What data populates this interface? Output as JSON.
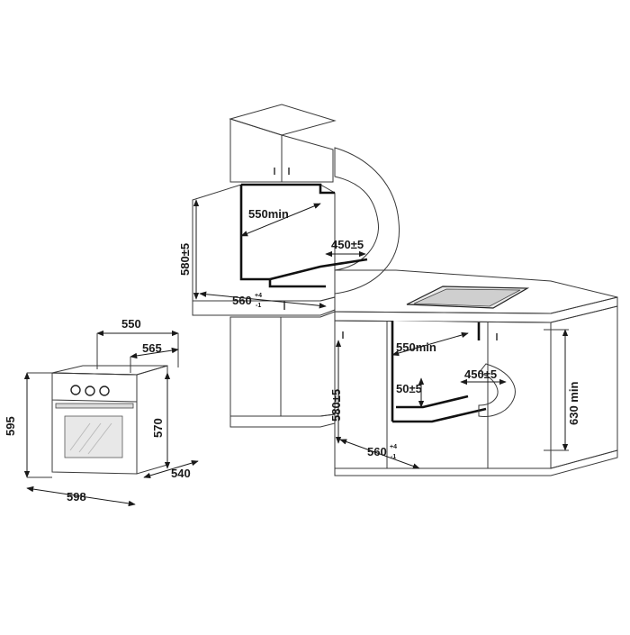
{
  "oven": {
    "width": "598",
    "height": "595",
    "depth": "540",
    "body_height": "570",
    "body_depth": "550",
    "top_depth": "565"
  },
  "upper_install": {
    "depth": "550min",
    "opening_height": "580±5",
    "opening_width": "560",
    "opening_width_tol_plus": "+4",
    "opening_width_tol_minus": "-1",
    "vent": "450±5"
  },
  "lower_install": {
    "depth": "550min",
    "opening_height": "580±5",
    "opening_width": "560",
    "opening_width_tol_plus": "+4",
    "opening_width_tol_minus": "-1",
    "vent": "450±5",
    "gap": "50±5",
    "worktop_height": "630 min"
  },
  "colors": {
    "cabinet_light": "#f3f3f3",
    "cabinet_mid": "#dcdcdc",
    "cabinet_dark": "#c2c2c2",
    "worktop": "#9a9a9a",
    "cutout": "#111111"
  }
}
